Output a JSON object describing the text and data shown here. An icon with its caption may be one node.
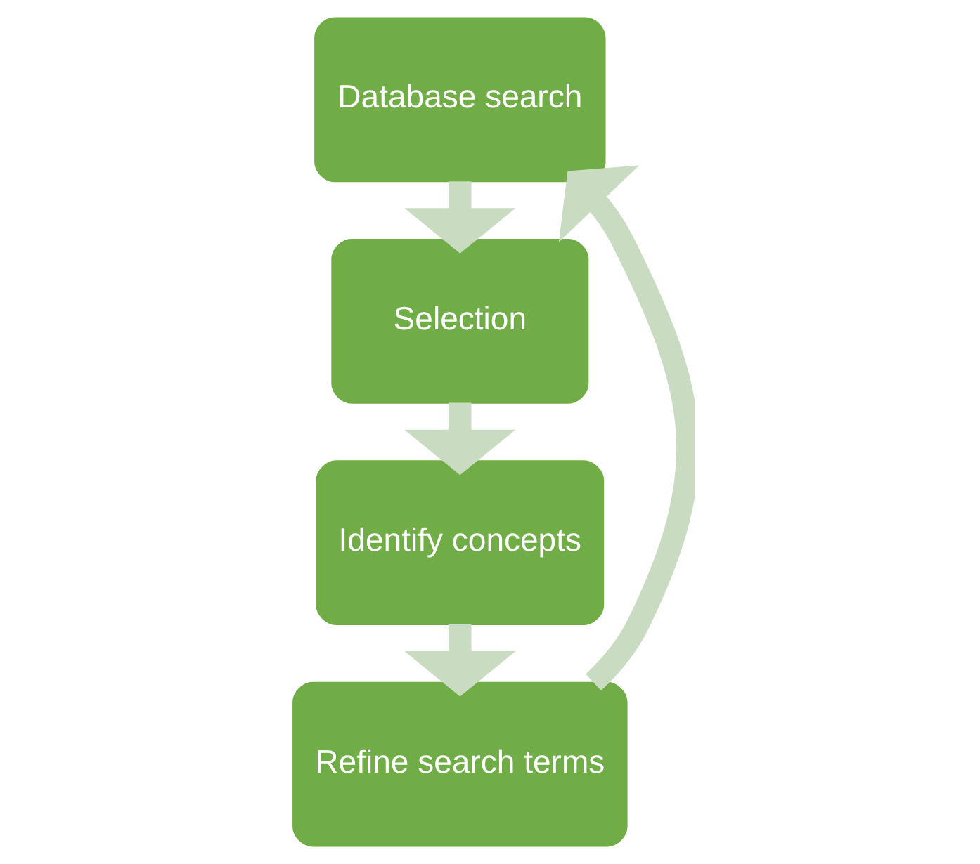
{
  "diagram": {
    "nodes": [
      {
        "text": [
          "Database search"
        ]
      },
      {
        "text": [
          "Selection"
        ]
      },
      {
        "text": [
          "Identify concepts"
        ]
      },
      {
        "text": [
          "Refine search terms"
        ]
      }
    ],
    "edges": [
      {
        "from": 0,
        "to": 1,
        "arrow": "to"
      },
      {
        "from": 1,
        "to": 2,
        "arrow": "to"
      },
      {
        "from": 2,
        "to": 3,
        "arrow": "to"
      },
      {
        "from": 3,
        "to": 0,
        "arrow": "to"
      }
    ]
  }
}
